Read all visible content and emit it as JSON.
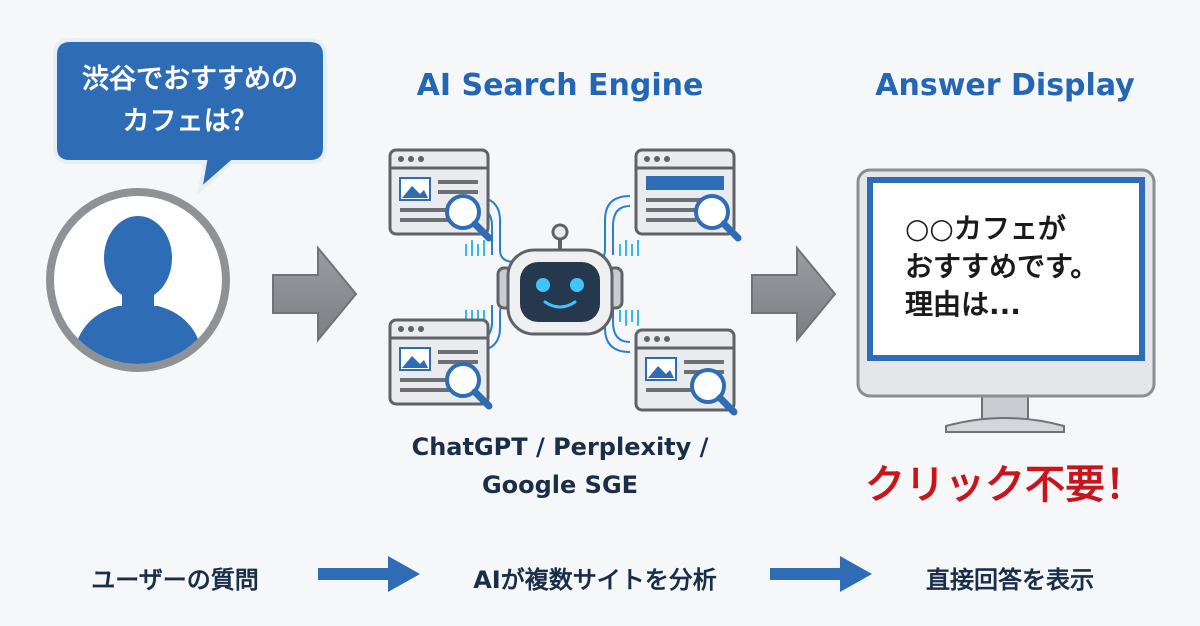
{
  "user_bubble": {
    "text": "渋谷でおすすめの\nカフェは？"
  },
  "engine": {
    "title": "AI Search Engine",
    "names": "ChatGPT / Perplexity /\nGoogle SGE"
  },
  "answer_display": {
    "title": "Answer Display",
    "text": "○○カフェが\nおすすめです。\n理由は...",
    "callout": "クリック不要！"
  },
  "flow_steps": [
    "ユーザーの質問",
    "AIが複数サイトを分析",
    "直接回答を表示"
  ],
  "colors": {
    "primary_blue": "#2266b5",
    "dark_text": "#1a2e4a",
    "arrow_gray": "#8a8e93",
    "alert_red": "#c8141a",
    "robot_glow": "#3fc4ff"
  },
  "icons": [
    "user-icon",
    "robot-icon",
    "webpage-icon",
    "magnifier-icon",
    "monitor-icon"
  ]
}
